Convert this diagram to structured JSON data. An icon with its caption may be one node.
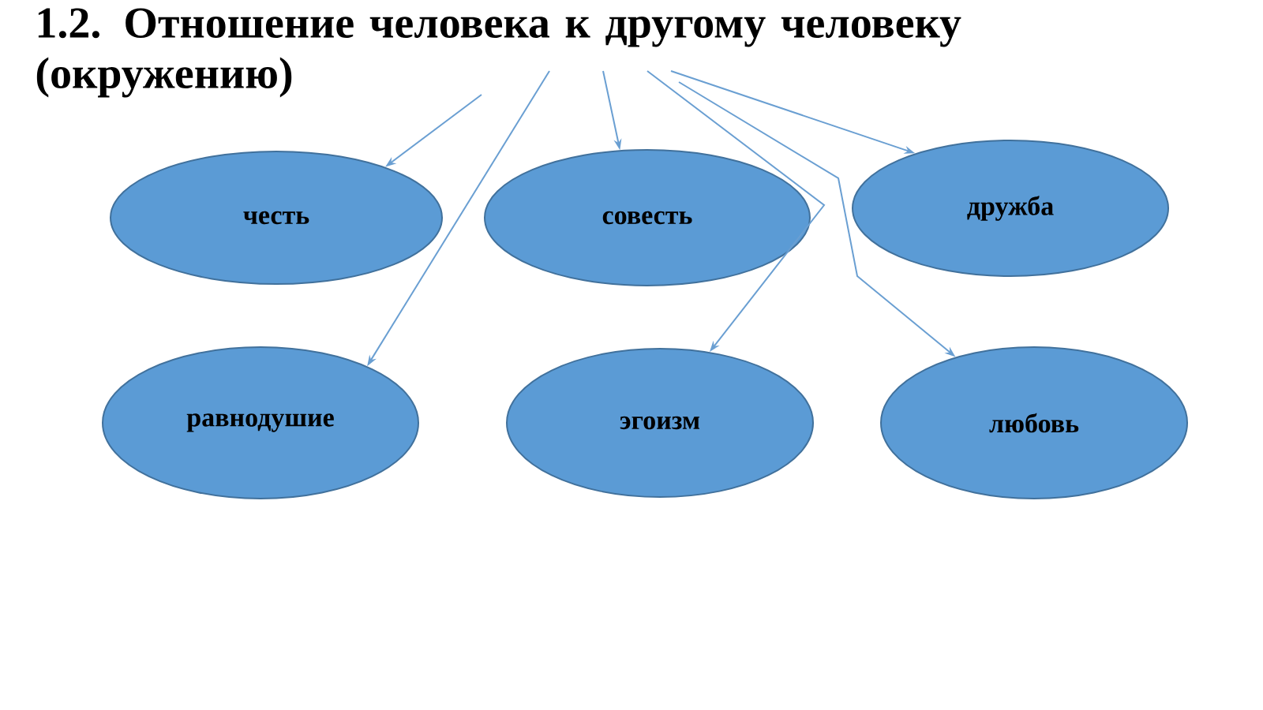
{
  "diagram": {
    "nodes": [
      {
        "text": [
          "1.2. Отношение человека к другому человеку (окружению)"
        ]
      },
      {
        "text": [
          "честь"
        ]
      },
      {
        "text": [
          "совесть"
        ]
      },
      {
        "text": [
          "дружба"
        ]
      },
      {
        "text": [
          "равнодушие"
        ]
      },
      {
        "text": [
          "эгоизм"
        ]
      },
      {
        "text": [
          "любовь"
        ]
      }
    ],
    "edges": [
      {
        "from": 0,
        "to": 1,
        "arrow": "to"
      },
      {
        "from": 0,
        "to": 4,
        "arrow": "to"
      },
      {
        "from": 0,
        "to": 2,
        "arrow": "to"
      },
      {
        "from": 0,
        "to": 5,
        "arrow": "to"
      },
      {
        "from": 0,
        "to": 6,
        "arrow": "to"
      },
      {
        "from": 0,
        "to": 3,
        "arrow": "to"
      }
    ]
  }
}
